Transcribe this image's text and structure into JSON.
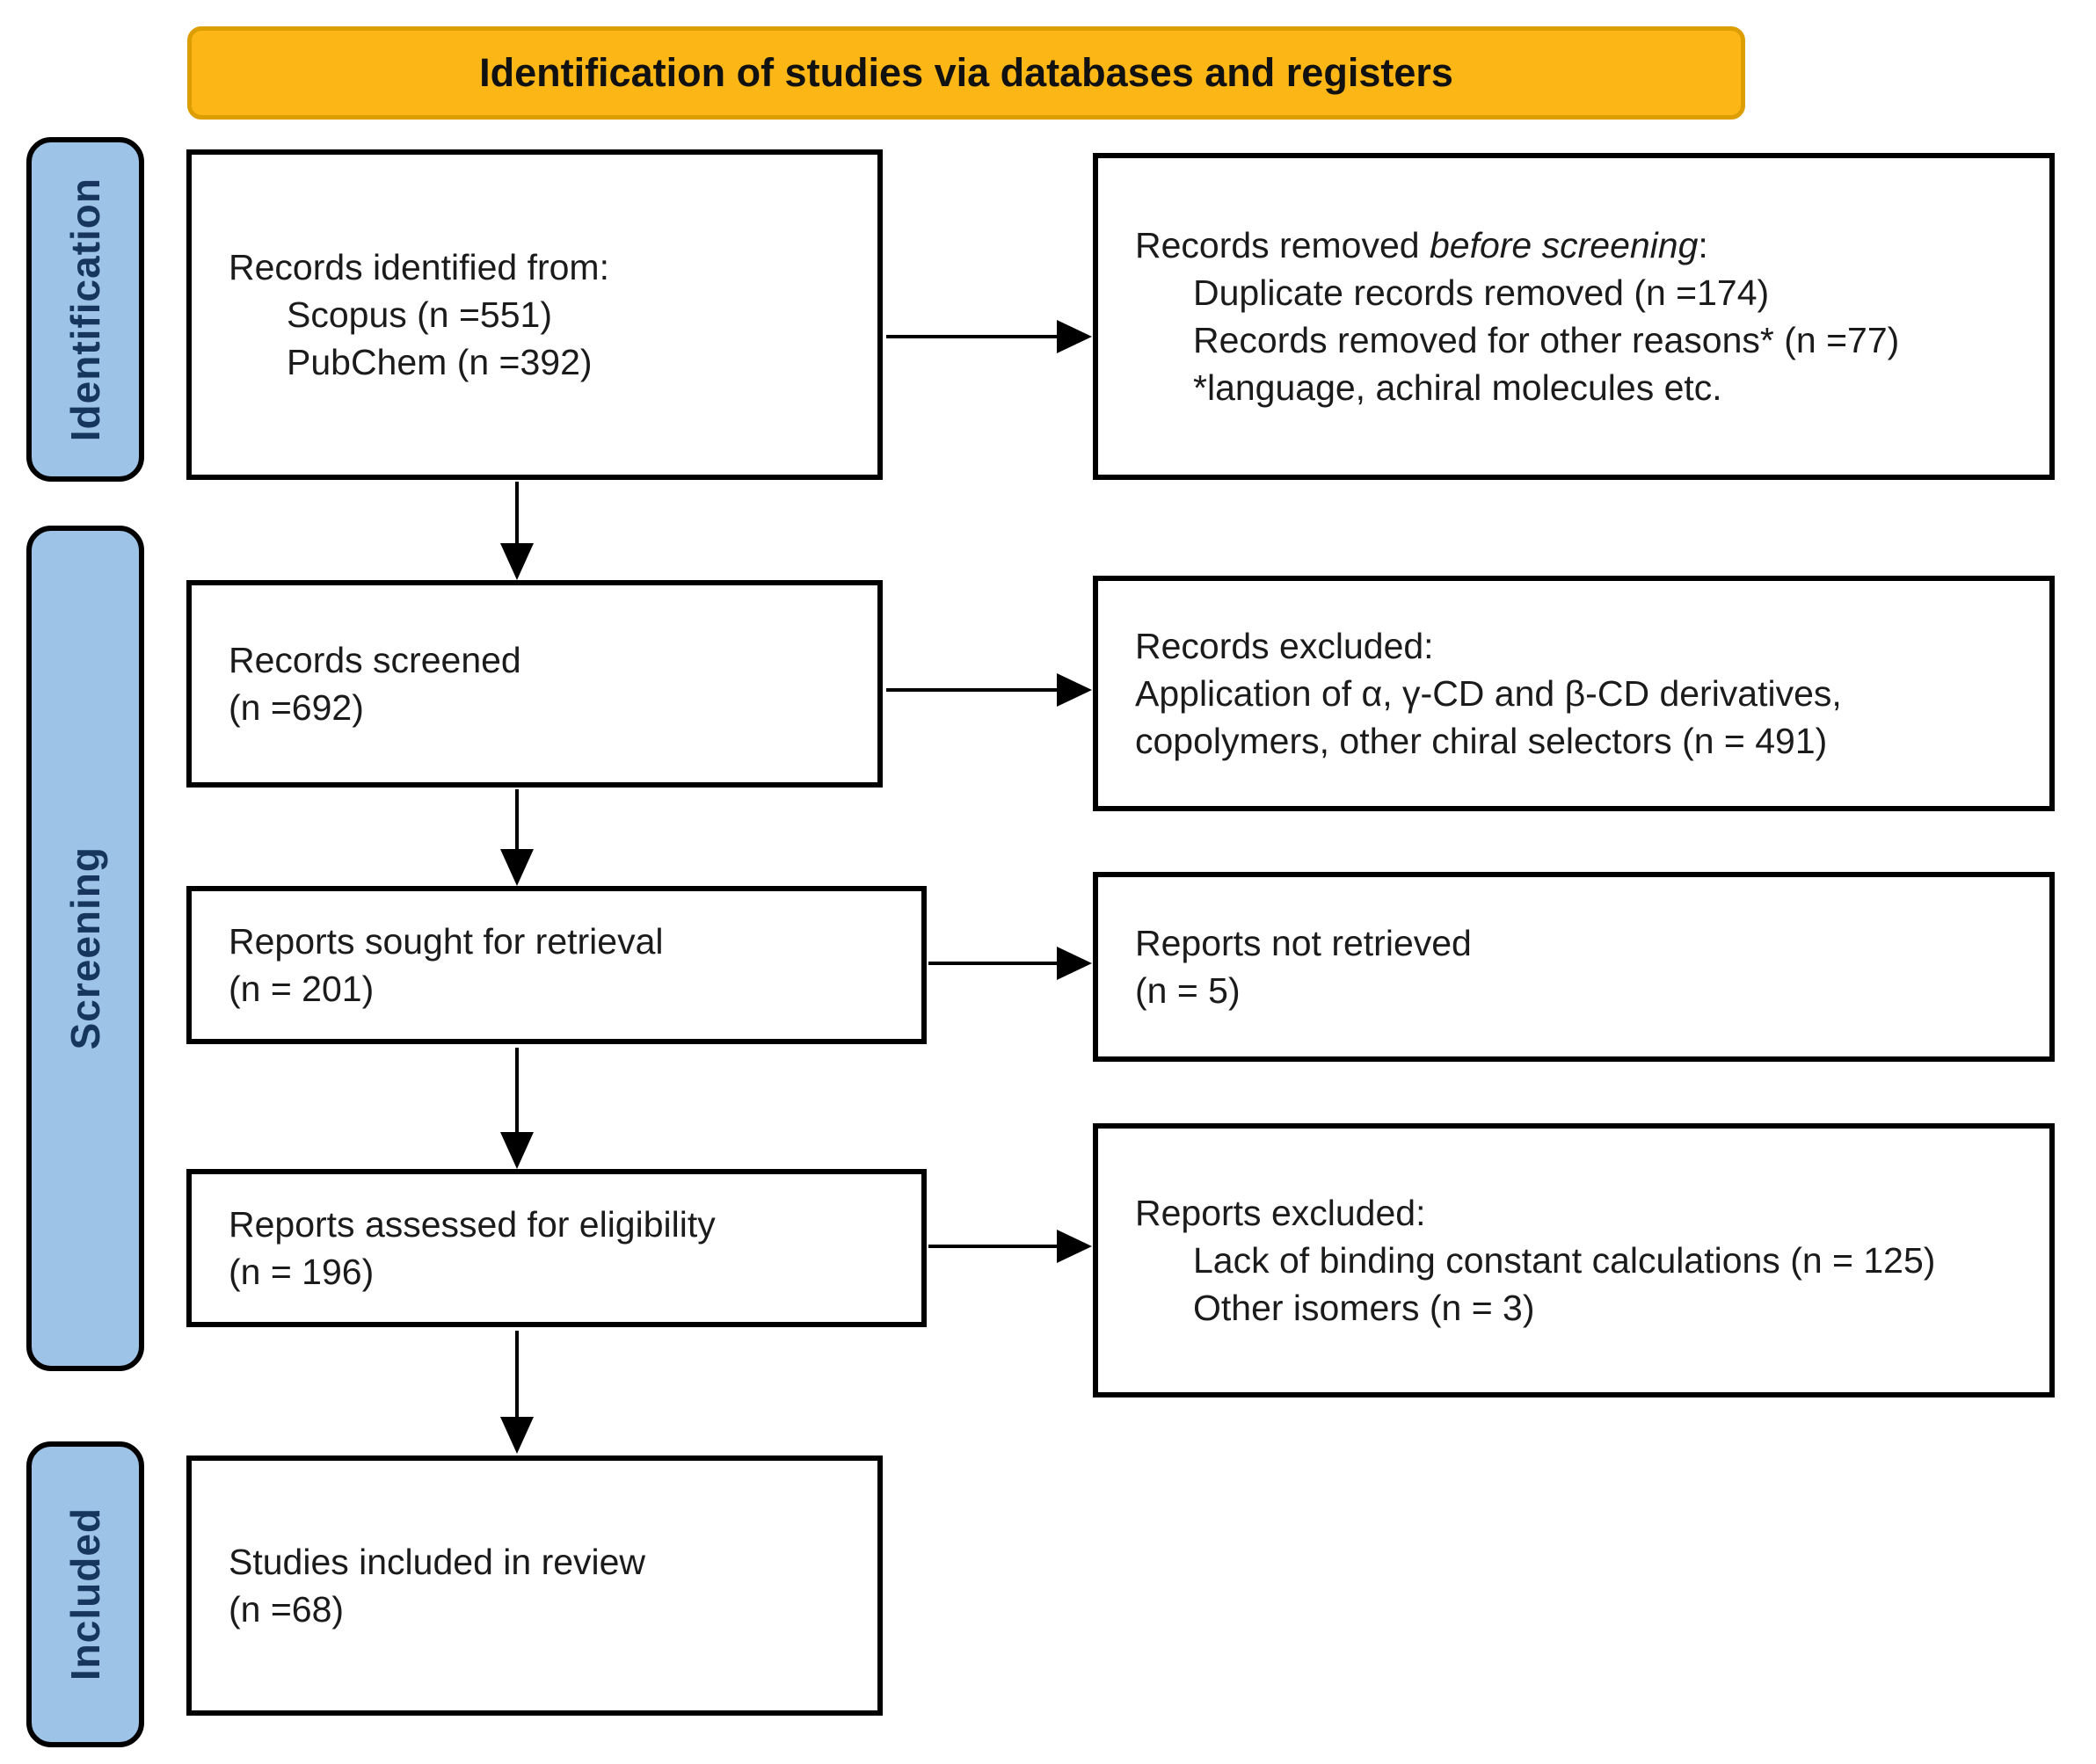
{
  "banner": {
    "title": "Identification of studies via databases and registers"
  },
  "sidebar": {
    "stages": [
      {
        "label": "Identification"
      },
      {
        "label": "Screening"
      },
      {
        "label": "Included"
      }
    ]
  },
  "boxes": {
    "identified": {
      "title": "Records identified from:",
      "items": [
        "Scopus (n =551)",
        "PubChem (n =392)"
      ]
    },
    "removed": {
      "title_prefix": "Records removed ",
      "title_italic": "before screening",
      "title_suffix": ":",
      "items": [
        "Duplicate records removed  (n =174)",
        "Records removed for other reasons* (n =77)",
        "*language, achiral molecules etc."
      ]
    },
    "screened": {
      "lines": [
        "Records screened",
        "(n =692)"
      ]
    },
    "records_excluded": {
      "lines": [
        "Records excluded:",
        "Application of α, γ-CD and β-CD derivatives,",
        "copolymers, other chiral selectors (n = 491)"
      ]
    },
    "sought": {
      "lines": [
        "Reports sought for retrieval",
        "(n = 201)"
      ]
    },
    "not_retrieved": {
      "lines": [
        "Reports not retrieved",
        "(n = 5)"
      ]
    },
    "assessed": {
      "lines": [
        "Reports assessed for eligibility",
        "(n = 196)"
      ]
    },
    "reports_excluded": {
      "title": "Reports excluded:",
      "items": [
        "Lack of binding constant calculations (n = 125)",
        "Other isomers (n = 3)"
      ]
    },
    "included": {
      "lines": [
        "Studies included in review",
        "(n =68)"
      ]
    }
  },
  "colors": {
    "banner_fill": "#FCB615",
    "banner_border": "#DC9E00",
    "stage_fill": "#9DC3E6",
    "stage_text": "#17365D",
    "box_border": "#000000",
    "arrow": "#000000",
    "text": "#1b1b1b"
  }
}
